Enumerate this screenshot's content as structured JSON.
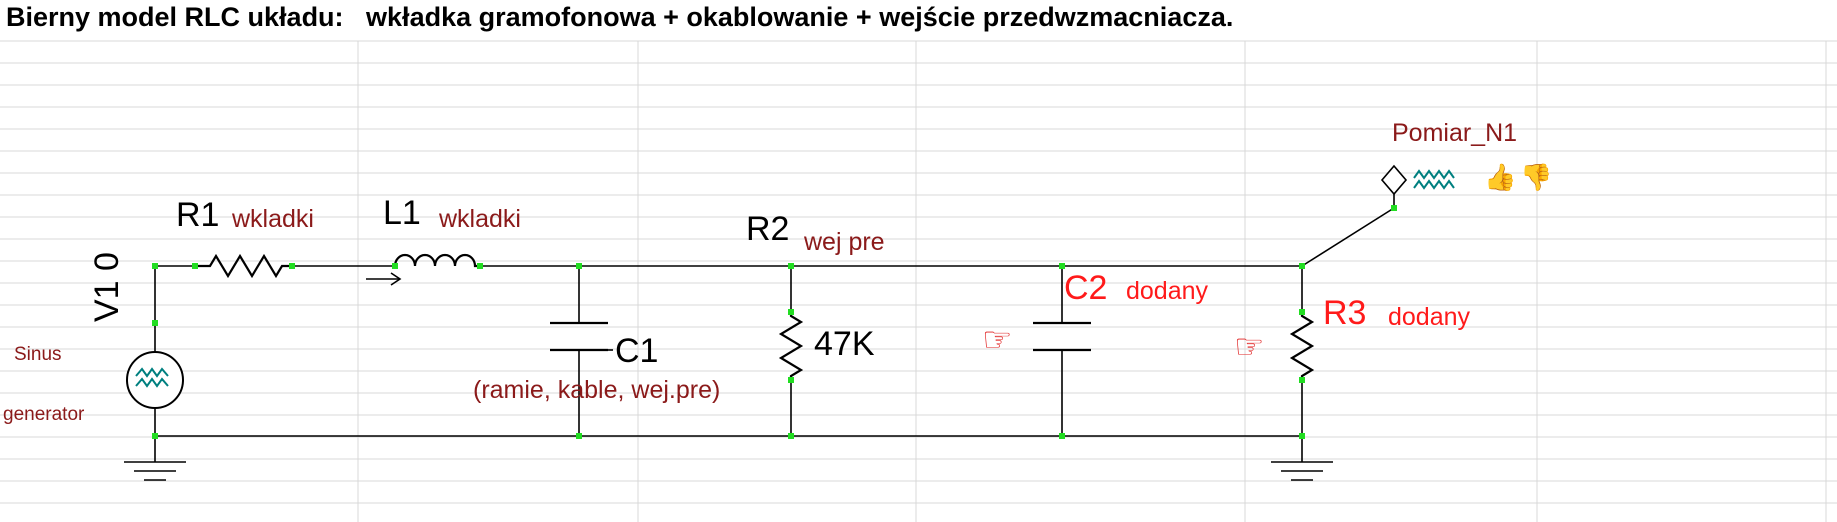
{
  "title": "Bierny model RLC układu:   wkładka gramofonowa + okablowanie + wejście przedwzmacniacza.",
  "components": {
    "v1": {
      "ref": "V1 0",
      "desc1": "Sinus",
      "desc2": "generator"
    },
    "r1": {
      "ref": "R1",
      "desc": "wkladki"
    },
    "l1": {
      "ref": "L1",
      "desc": "wkladki"
    },
    "c1": {
      "ref": "C1",
      "desc": "(ramie, kable, wej.pre)"
    },
    "r2": {
      "ref": "R2",
      "desc": "wej pre",
      "value": "47K"
    },
    "c2": {
      "ref": "C2",
      "desc": "dodany"
    },
    "r3": {
      "ref": "R3",
      "desc": "dodany"
    },
    "probe": {
      "label": "Pomiar_N1"
    }
  },
  "icons": {
    "pointer_c2": "pointing-hand-icon",
    "pointer_r3": "pointing-hand-icon",
    "thumb_up": "thumbs-up-icon",
    "thumb_down": "thumbs-down-icon",
    "sine_wave": "sine-wave-icon"
  },
  "colors": {
    "wire": "#000000",
    "node": "#22dd22",
    "accent_red": "#ff1a1a",
    "label_darkred": "#8b1a1a",
    "wave_teal": "#008080",
    "gridline": "#d9d9d9"
  }
}
